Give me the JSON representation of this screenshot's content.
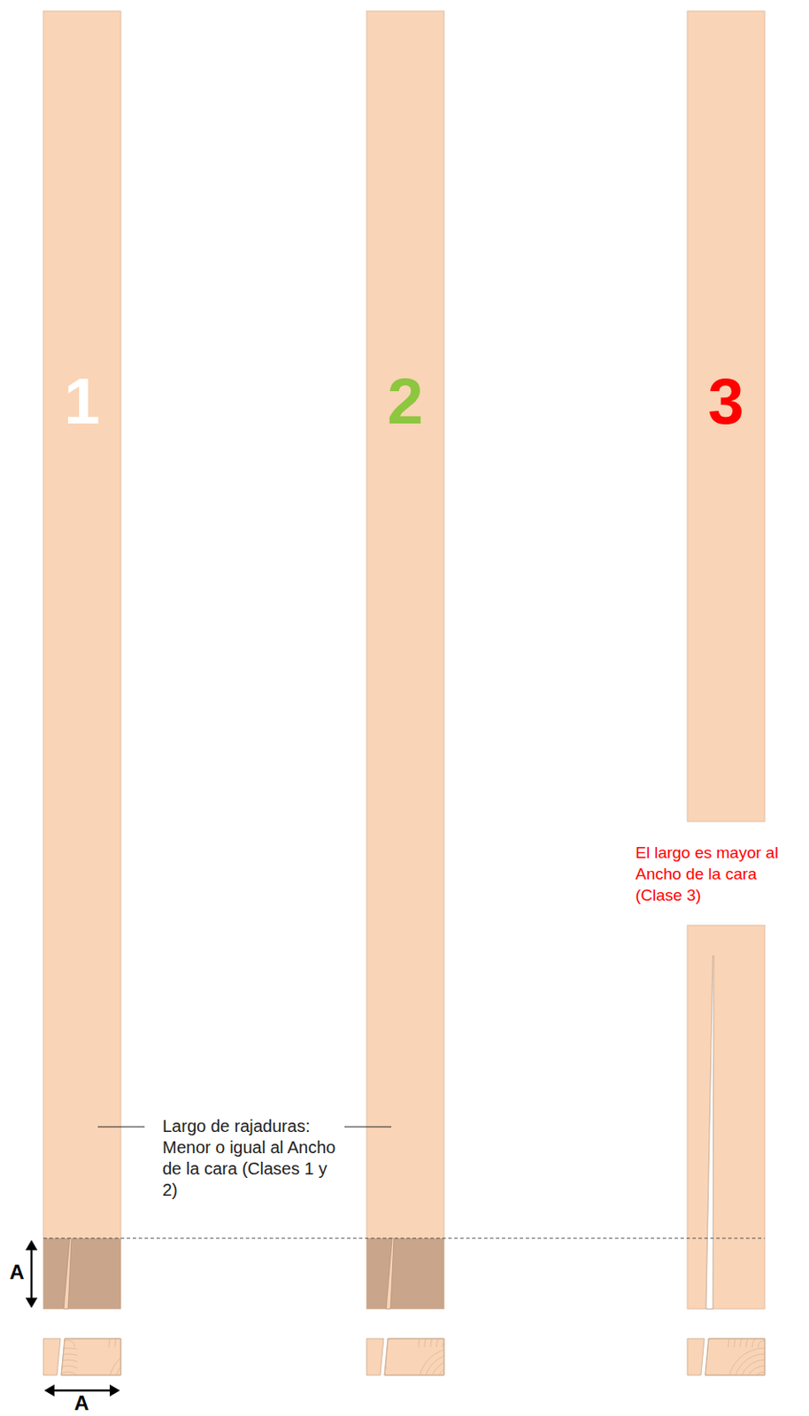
{
  "diagram": {
    "nodes": [
      {
        "text": [
          "1"
        ]
      },
      {
        "text": [
          "2"
        ]
      },
      {
        "text": [
          "3"
        ]
      }
    ],
    "labels": [
      "El largo es mayor al Ancho de la cara (Clase 3)",
      "Largo de rajaduras: Menor o igual al Ancho de la cara (Clases 1 y 2)",
      "A",
      "A"
    ]
  }
}
